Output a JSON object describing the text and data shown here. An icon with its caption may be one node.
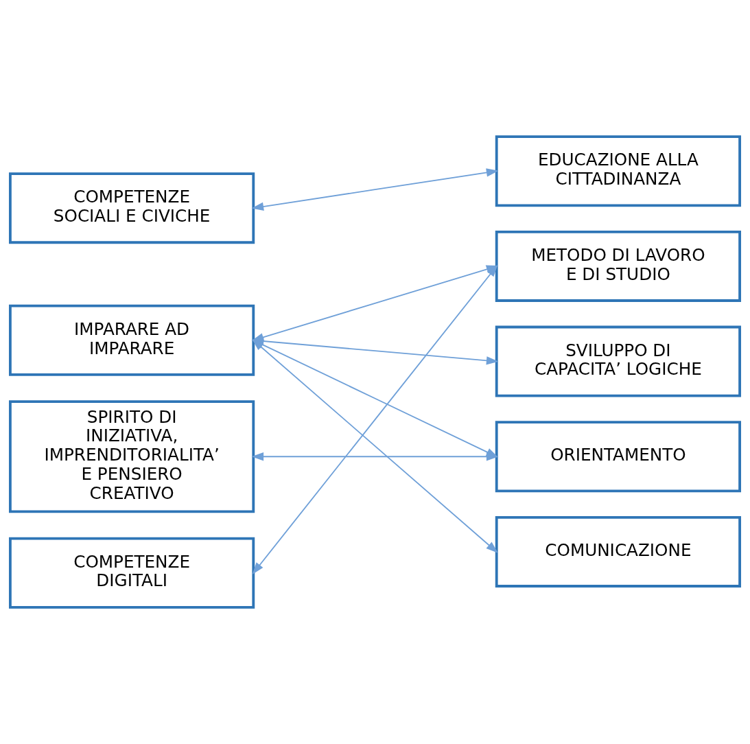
{
  "diagram": {
    "nodes": [
      {
        "text": [
          "COMPETENZE SOCIALI E CIVICHE"
        ]
      },
      {
        "text": [
          "IMPARARE AD IMPARARE"
        ]
      },
      {
        "text": [
          "SPIRITO DI INIZIATIVA, IMPRENDITORIALITA’ E PENSIERO CREATIVO"
        ]
      },
      {
        "text": [
          "COMPETENZE DIGITALI"
        ]
      },
      {
        "text": [
          "EDUCAZIONE ALLA CITTADINANZA"
        ]
      },
      {
        "text": [
          "METODO DI LAVORO E DI STUDIO"
        ]
      },
      {
        "text": [
          "SVILUPPO DI CAPACITA’ LOGICHE"
        ]
      },
      {
        "text": [
          "ORIENTAMENTO"
        ]
      },
      {
        "text": [
          "COMUNICAZIONE"
        ]
      }
    ],
    "edges": [
      {
        "from": 0,
        "to": 4,
        "arrow": "both"
      },
      {
        "from": 1,
        "to": 5,
        "arrow": "both"
      },
      {
        "from": 1,
        "to": 6,
        "arrow": "both"
      },
      {
        "from": 1,
        "to": 7,
        "arrow": "both"
      },
      {
        "from": 1,
        "to": 8,
        "arrow": "both"
      },
      {
        "from": 2,
        "to": 7,
        "arrow": "both"
      },
      {
        "from": 3,
        "to": 5,
        "arrow": "both"
      }
    ]
  }
}
